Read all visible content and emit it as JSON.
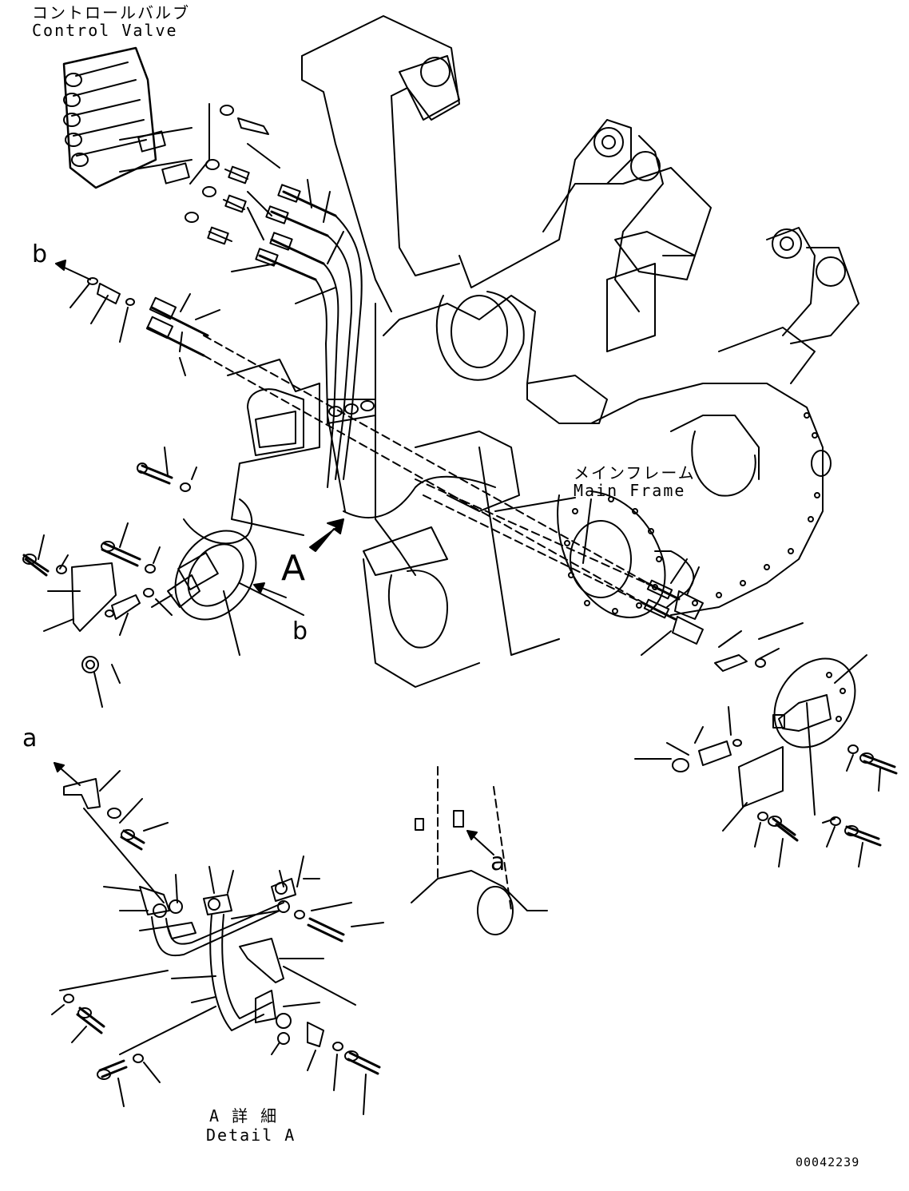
{
  "labels": {
    "control_valve_jp": "コントロールバルブ",
    "control_valve_en": "Control Valve",
    "main_frame_jp": "メインフレーム",
    "main_frame_en": "Main Frame",
    "detail_jp": "A 詳 細",
    "detail_en": "Detail A",
    "view_a": "A",
    "ref_b_top": "b",
    "ref_b_right": "b",
    "ref_a_left": "a",
    "ref_a_mid": "a",
    "drawing_number": "00042239"
  },
  "colors": {
    "line": "#000000",
    "background": "#ffffff"
  }
}
